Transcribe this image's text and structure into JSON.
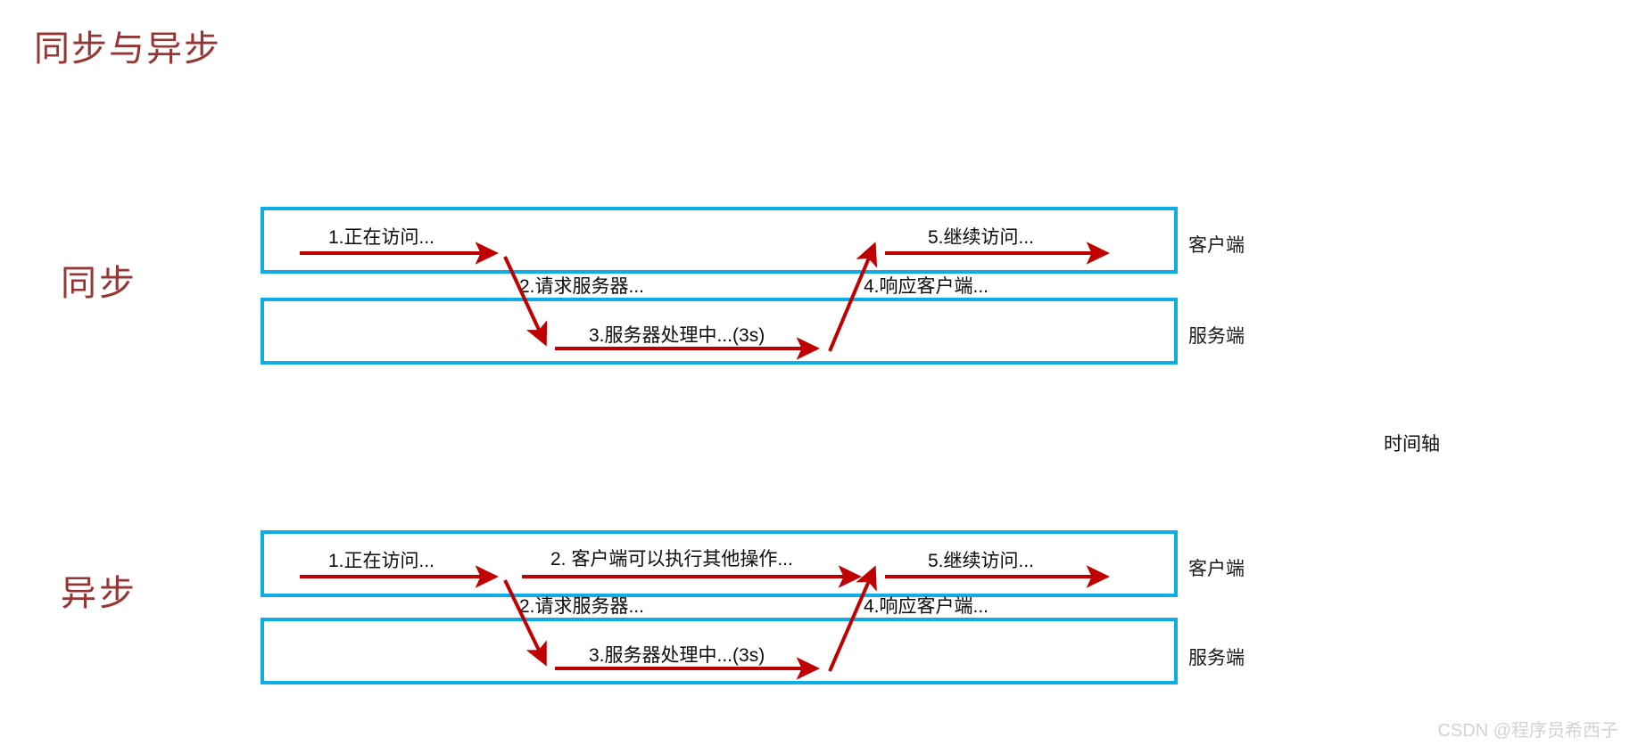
{
  "slide": {
    "title": "同步与异步",
    "title_color": "#963634",
    "background": "#ffffff",
    "lane_border_color": "#0DAEE8",
    "arrow_color": "#C00000",
    "timeline_color": "#C0504D"
  },
  "sections": [
    {
      "id": "sync",
      "label": "同步",
      "lanes": [
        {
          "id": "client",
          "label": "客户端"
        },
        {
          "id": "server",
          "label": "服务端"
        }
      ],
      "steps": [
        {
          "n": "1",
          "caption": "1.正在访问...",
          "lane": "client",
          "direction": "right"
        },
        {
          "n": "2",
          "caption": "2.请求服务器...",
          "lane": "client-to-server",
          "direction": "down-right"
        },
        {
          "n": "3",
          "caption": "3.服务器处理中...(3s)",
          "lane": "server",
          "direction": "right"
        },
        {
          "n": "4",
          "caption": "4.响应客户端...",
          "lane": "server-to-client",
          "direction": "up-right"
        },
        {
          "n": "5",
          "caption": "5.继续访问...",
          "lane": "client",
          "direction": "right"
        }
      ]
    },
    {
      "id": "async",
      "label": "异步",
      "lanes": [
        {
          "id": "client",
          "label": "客户端"
        },
        {
          "id": "server",
          "label": "服务端"
        }
      ],
      "steps": [
        {
          "n": "1",
          "caption": "1.正在访问...",
          "lane": "client",
          "direction": "right"
        },
        {
          "n": "2a",
          "caption": "2. 客户端可以执行其他操作...",
          "lane": "client",
          "direction": "right"
        },
        {
          "n": "2",
          "caption": "2.请求服务器...",
          "lane": "client-to-server",
          "direction": "down-right"
        },
        {
          "n": "3",
          "caption": "3.服务器处理中...(3s)",
          "lane": "server",
          "direction": "right"
        },
        {
          "n": "4",
          "caption": "4.响应客户端...",
          "lane": "server-to-client",
          "direction": "up-right"
        },
        {
          "n": "5",
          "caption": "5.继续访问...",
          "lane": "client",
          "direction": "right"
        }
      ]
    }
  ],
  "timeline": {
    "label": "时间轴"
  },
  "watermark": {
    "text": "CSDN @程序员希西子"
  }
}
